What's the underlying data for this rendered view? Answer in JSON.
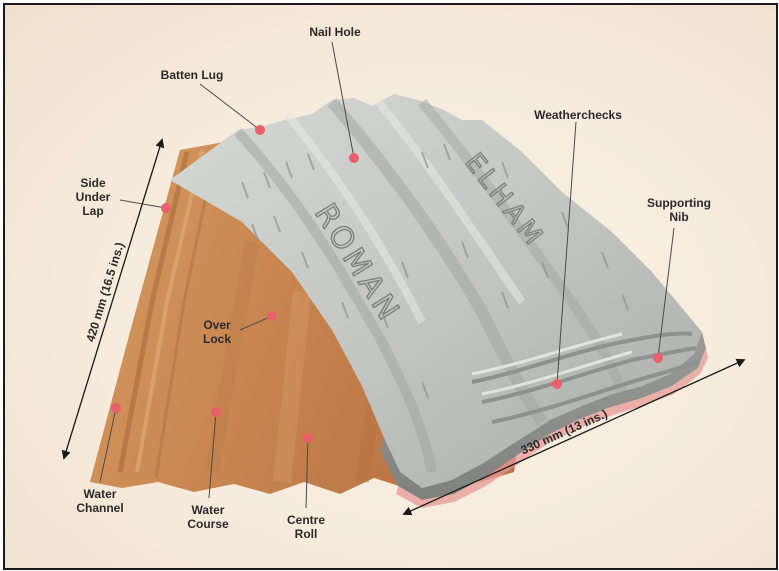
{
  "labels": {
    "nail_hole": "Nail Hole",
    "batten_lug": "Batten Lug",
    "weatherchecks": "Weatherchecks",
    "side_under_lap": [
      "Side",
      "Under",
      "Lap"
    ],
    "supporting_nib": [
      "Supporting",
      "Nib"
    ],
    "over_lock": [
      "Over",
      "Lock"
    ],
    "water_channel": [
      "Water",
      "Channel"
    ],
    "water_course": [
      "Water",
      "Course"
    ],
    "centre_roll": [
      "Centre",
      "Roll"
    ]
  },
  "dimensions": {
    "length": "420 mm (16.5 ins.)",
    "width": "330 mm (13 ins.)"
  },
  "tile_text": {
    "stamp_1": "ROMAN",
    "stamp_2": "ELHAM"
  },
  "colors": {
    "marker": "#e8606a",
    "terracotta": "#c98650",
    "grey_tile": "#c6c9c6",
    "frame_border": "#1a1a1a"
  }
}
